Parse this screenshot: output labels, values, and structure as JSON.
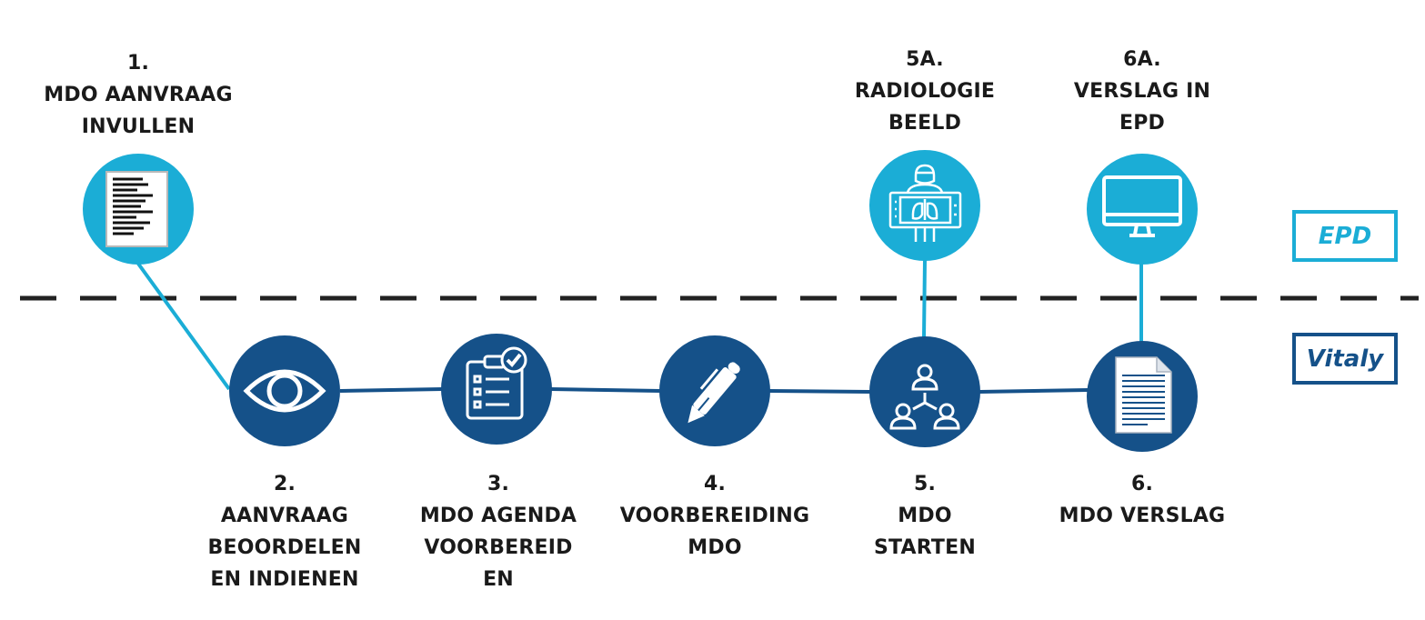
{
  "colors": {
    "epd_light_blue": "#1badd6",
    "vitaly_dark_blue": "#155189",
    "dashed_divider": "#222222",
    "label_text": "#1a1a1a"
  },
  "lanes": {
    "epd": "EPD",
    "vitaly": "Vitaly"
  },
  "steps": [
    {
      "id": "step1",
      "number": "1.",
      "lines": [
        "MDO AANVRAAG",
        "INVULLEN"
      ],
      "lane": "EPD",
      "icon": "document-list-icon"
    },
    {
      "id": "step2",
      "number": "2.",
      "lines": [
        "AANVRAAG",
        "BEOORDELEN",
        "EN INDIENEN"
      ],
      "lane": "Vitaly",
      "icon": "eye-icon"
    },
    {
      "id": "step3",
      "number": "3.",
      "lines": [
        "MDO AGENDA",
        "VOORBEREID",
        "EN"
      ],
      "lane": "Vitaly",
      "icon": "checklist-clipboard-icon"
    },
    {
      "id": "step4",
      "number": "4.",
      "lines": [
        "VOORBEREIDING",
        "MDO"
      ],
      "lane": "Vitaly",
      "icon": "pen-icon"
    },
    {
      "id": "step5",
      "number": "5.",
      "lines": [
        "MDO",
        "STARTEN"
      ],
      "lane": "Vitaly",
      "icon": "team-network-icon"
    },
    {
      "id": "step6",
      "number": "6.",
      "lines": [
        "MDO VERSLAG"
      ],
      "lane": "Vitaly",
      "icon": "report-document-icon"
    },
    {
      "id": "step5a",
      "number": "5A.",
      "lines": [
        "RADIOLOGIE",
        "BEELD"
      ],
      "lane": "EPD",
      "icon": "xray-radiology-icon"
    },
    {
      "id": "step6a",
      "number": "6A.",
      "lines": [
        "VERSLAG IN",
        "EPD"
      ],
      "lane": "EPD",
      "icon": "monitor-icon"
    }
  ]
}
